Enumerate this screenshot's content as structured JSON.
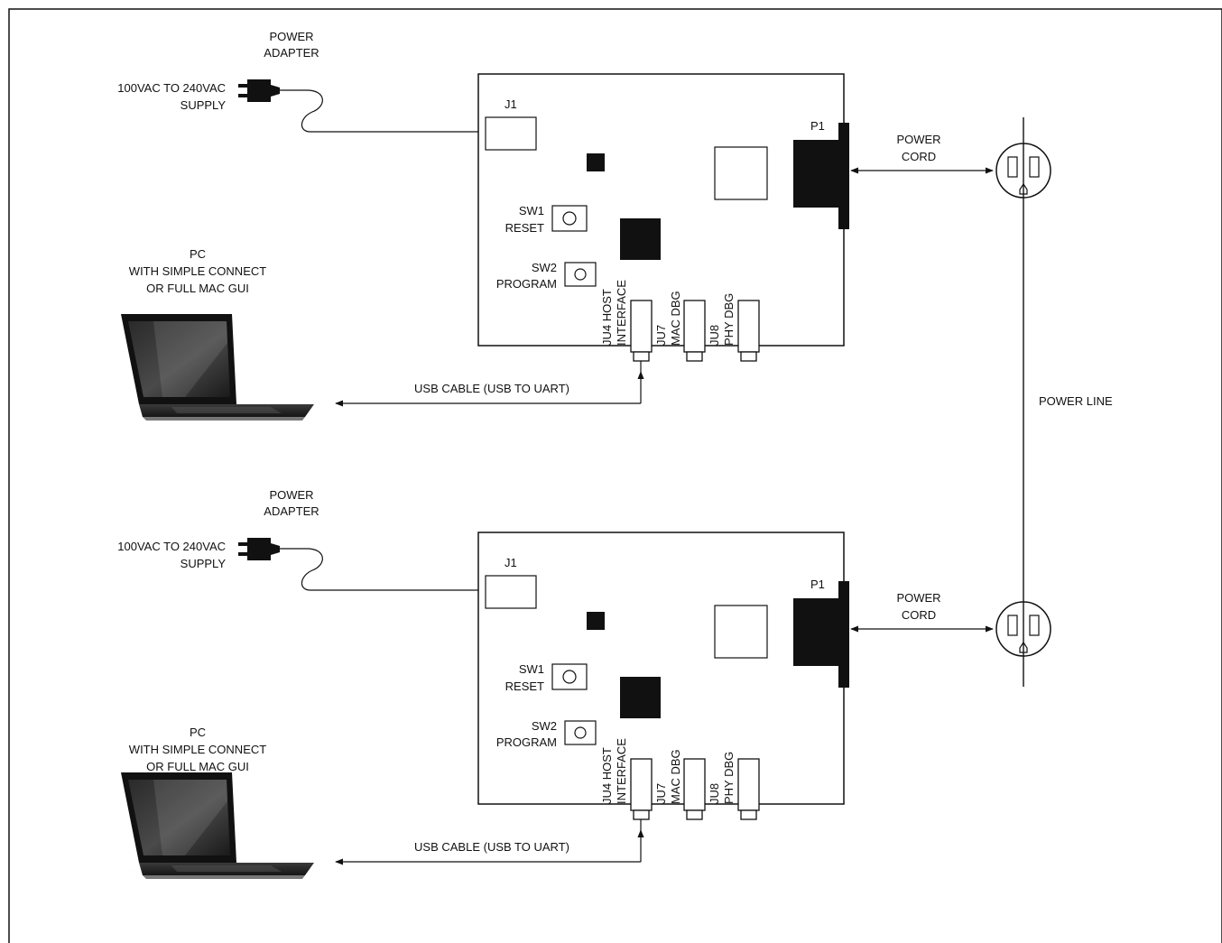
{
  "labels": {
    "power_adapter": [
      "POWER",
      "ADAPTER"
    ],
    "supply": [
      "100VAC TO 240VAC",
      "SUPPLY"
    ],
    "pc": [
      "PC",
      "WITH SIMPLE CONNECT",
      "OR FULL MAC GUI"
    ],
    "j1": "J1",
    "p1": "P1",
    "sw1": [
      "SW1",
      "RESET"
    ],
    "sw2": [
      "SW2",
      "PROGRAM"
    ],
    "ju4": [
      "JU4  HOST",
      "INTERFACE"
    ],
    "ju7": [
      "JU7",
      "MAC DBG"
    ],
    "ju8": [
      "JU8",
      "PHY DBG"
    ],
    "power_cord": [
      "POWER",
      "CORD"
    ],
    "usb_cable": "USB CABLE (USB TO UART)",
    "power_line": "POWER LINE"
  }
}
